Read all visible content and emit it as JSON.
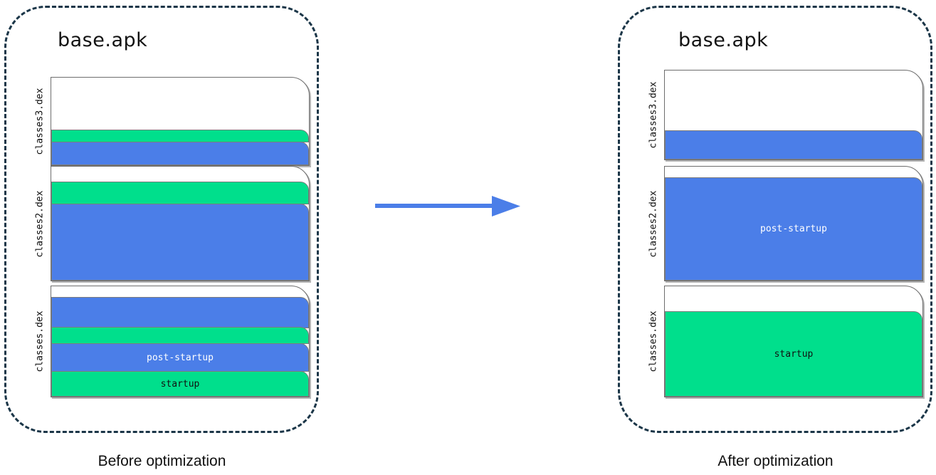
{
  "diagram": {
    "title_left": "base.apk",
    "title_right": "base.apk",
    "arrow": {
      "name": "transform-arrow",
      "color": "#4b7ee8",
      "direction": "right"
    },
    "colors": {
      "startup": "#00df8c",
      "post_startup": "#4b7ee8",
      "unused": "#ffffff",
      "panel_border": "#1b3648",
      "card_outline": "#6d6d6d"
    },
    "legend": {
      "startup_label": "startup",
      "post_startup_label": "post-startup"
    }
  },
  "panels": [
    {
      "id": "before",
      "caption": "Before optimization",
      "apk_title": "base.apk",
      "dex_files": [
        {
          "label": "classes3.dex",
          "segments": [
            {
              "type": "unused",
              "label": "",
              "height_pct": 58
            },
            {
              "type": "startup",
              "label": "",
              "height_pct": 15
            },
            {
              "type": "post-startup",
              "label": "",
              "height_pct": 27
            }
          ]
        },
        {
          "label": "classes2.dex",
          "segments": [
            {
              "type": "unused",
              "label": "",
              "height_pct": 14
            },
            {
              "type": "startup",
              "label": "",
              "height_pct": 19
            },
            {
              "type": "post-startup",
              "label": "",
              "height_pct": 67
            }
          ]
        },
        {
          "label": "classes.dex",
          "segments": [
            {
              "type": "unused",
              "label": "",
              "height_pct": 8
            },
            {
              "type": "post-startup",
              "label": "",
              "height_pct": 28
            },
            {
              "type": "startup",
              "label": "",
              "height_pct": 15
            },
            {
              "type": "post-startup",
              "label": "post-startup",
              "height_pct": 26
            },
            {
              "type": "startup",
              "label": "startup",
              "height_pct": 23
            }
          ]
        }
      ]
    },
    {
      "id": "after",
      "caption": "After optimization",
      "apk_title": "base.apk",
      "dex_files": [
        {
          "label": "classes3.dex",
          "segments": [
            {
              "type": "unused",
              "label": "",
              "height_pct": 68
            },
            {
              "type": "post-startup",
              "label": "",
              "height_pct": 32
            }
          ]
        },
        {
          "label": "classes2.dex",
          "segments": [
            {
              "type": "unused",
              "label": "",
              "height_pct": 10
            },
            {
              "type": "post-startup",
              "label": "post-startup",
              "height_pct": 90
            }
          ]
        },
        {
          "label": "classes.dex",
          "segments": [
            {
              "type": "unused",
              "label": "",
              "height_pct": 23
            },
            {
              "type": "startup",
              "label": "startup",
              "height_pct": 77
            }
          ]
        }
      ]
    }
  ]
}
